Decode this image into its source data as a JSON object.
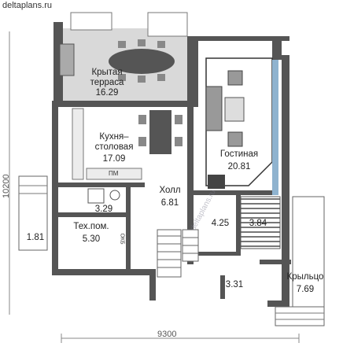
{
  "watermark": "deltaplans.ru",
  "diagonal_watermark": "deltaplans.ru",
  "dimensions": {
    "width": "9300",
    "height": "10200"
  },
  "rooms": [
    {
      "id": "terrace",
      "name": "Крытая\nтерраса",
      "area": "16.29"
    },
    {
      "id": "kitchen",
      "name": "Кухня–\nстоловая",
      "area": "17.09"
    },
    {
      "id": "living",
      "name": "Гостиная",
      "area": "20.81"
    },
    {
      "id": "hall",
      "name": "Холл",
      "area": "6.81"
    },
    {
      "id": "tech",
      "name": "Тех.пом.",
      "area": "5.30"
    },
    {
      "id": "bath",
      "name": "",
      "area": "3.29"
    },
    {
      "id": "entry-small",
      "name": "",
      "area": "1.81"
    },
    {
      "id": "room-425",
      "name": "",
      "area": "4.25"
    },
    {
      "id": "wardrobe",
      "name": "",
      "area": "3.84"
    },
    {
      "id": "room-331",
      "name": "",
      "area": "3.31"
    },
    {
      "id": "porch",
      "name": "Крыльцо",
      "area": "7.69"
    }
  ],
  "fixture_labels": {
    "pm": "ПМ",
    "boiler": "ОКБ"
  }
}
